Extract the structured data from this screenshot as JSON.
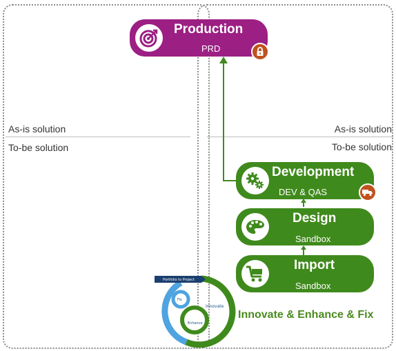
{
  "production": {
    "title": "Production",
    "subtitle": "PRD",
    "icon": "target-icon",
    "badge_icon": "lock-icon",
    "color": "#9c1f83"
  },
  "development": {
    "title": "Development",
    "subtitle": "DEV & QAS",
    "icon": "gears-icon",
    "badge_icon": "truck-icon",
    "color": "#3f8a1c"
  },
  "design": {
    "title": "Design",
    "subtitle": "Sandbox",
    "icon": "palette-icon",
    "color": "#3f8a1c"
  },
  "import": {
    "title": "Import",
    "subtitle": "Sandbox",
    "icon": "cart-icon",
    "color": "#3f8a1c"
  },
  "left_labels": {
    "as_is": "As-is solution",
    "to_be": "To-be solution"
  },
  "right_labels": {
    "as_is": "As-is solution",
    "to_be": "To-be solution"
  },
  "cycle": {
    "banner": "Portfolio to Project",
    "fix": "Fix",
    "innovate": "Innovate",
    "enhance": "Enhance",
    "caption": "Innovate & Enhance & Fix"
  },
  "colors": {
    "green": "#3f8a1c",
    "purple": "#9c1f83",
    "badge": "#c0521f",
    "navy": "#1b3f6e",
    "light_blue": "#4fa3e0"
  }
}
